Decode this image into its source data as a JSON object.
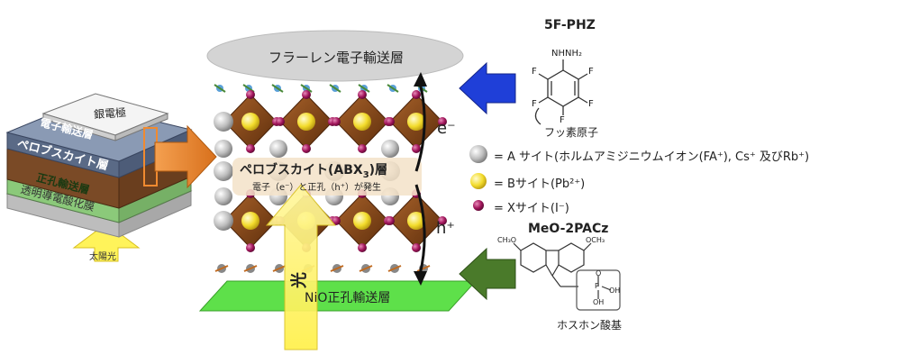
{
  "stack": {
    "silver": "銀電極",
    "etl": "電子輸送層",
    "perovskite": "ペロブスカイト層",
    "htl": "正孔輸送層",
    "tco": "透明導電酸化膜",
    "sunlight": "太陽光"
  },
  "crystal": {
    "fullerene": "フラーレン電子輸送層",
    "perovskite_main": "ペロブスカイト(ABX",
    "perovskite_sub": "3",
    "perovskite_tail": ")層",
    "generation": "電子（e⁻）と正孔（h⁺）が発生",
    "nio": "NiO正孔輸送層",
    "light": "光",
    "electron": "e⁻",
    "hole": "h⁺"
  },
  "molecules": {
    "top_title": "5F-PHZ",
    "top_group": "NHNH₂",
    "top_F": "F",
    "top_note": "フッ素原子",
    "bottom_title": "MeO-2PACz",
    "bottom_ome": "CH₃O",
    "bottom_ome2": "OCH₃",
    "bottom_p": "P",
    "bottom_o": "O",
    "bottom_oh": "OH",
    "bottom_note": "ホスホン酸基"
  },
  "legend": [
    {
      "symbol": "gray-sphere",
      "text": "= A サイト(ホルムアミジニウムイオン(FA⁺), Cs⁺ 及びRb⁺)"
    },
    {
      "symbol": "yellow-sphere",
      "text": "= Bサイト(Pb²⁺)"
    },
    {
      "symbol": "magenta-sphere",
      "text": "= Xサイト(I⁻)"
    }
  ],
  "colors": {
    "electron_arrow": "#1f3fd8",
    "hole_arrow": "#4a7a2a",
    "stack_arrow": "#e07820",
    "nio_layer": "#5ee04a",
    "octahedron": "#8a4a1a",
    "b_site": "#f5e03a",
    "x_site": "#9b1a5a",
    "a_site": "#b8b8b8"
  }
}
